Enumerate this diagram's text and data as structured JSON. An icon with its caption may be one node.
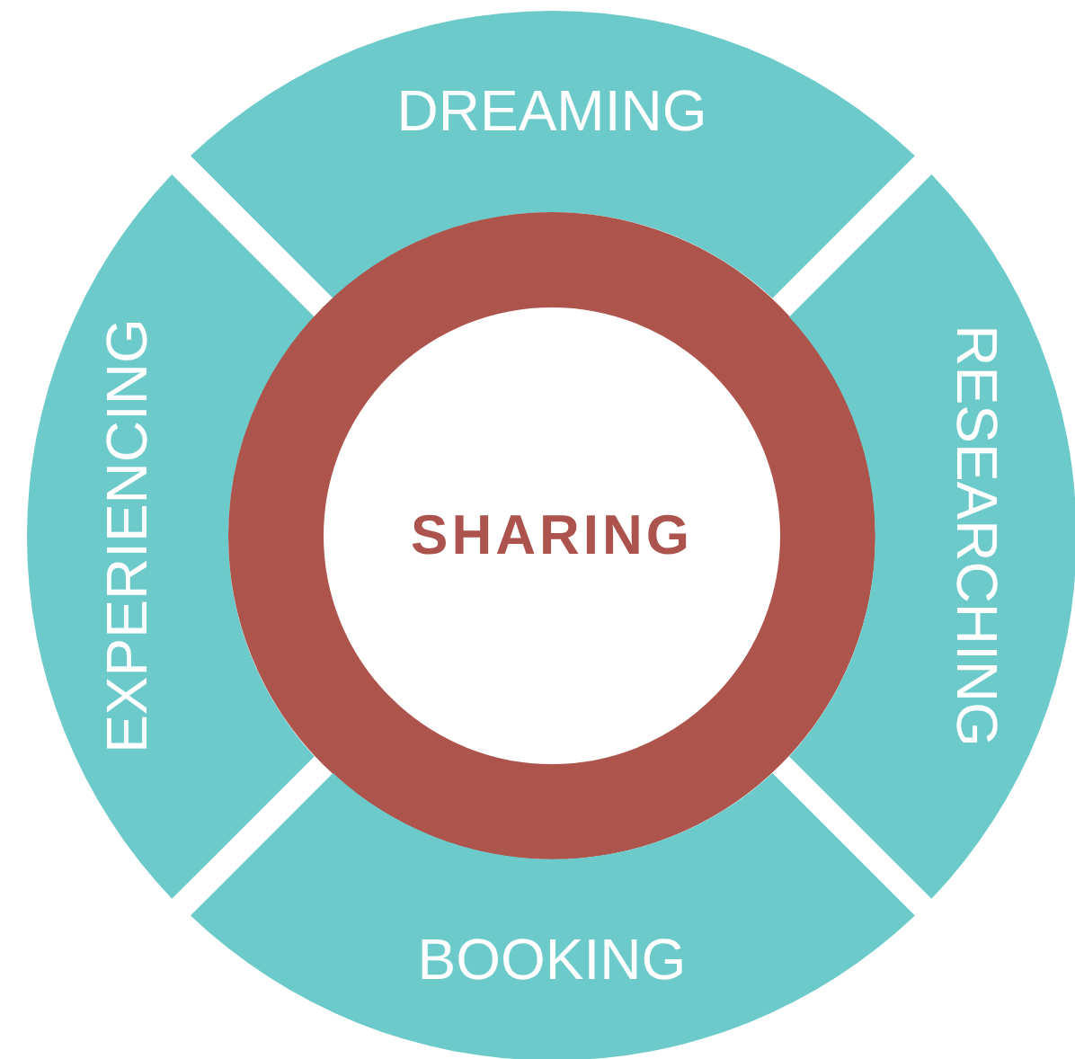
{
  "diagram": {
    "nodes": [
      {
        "text": [
          "DREAMING"
        ]
      },
      {
        "text": [
          "EXPERIENCING"
        ]
      },
      {
        "text": [
          "SHARING"
        ]
      },
      {
        "text": [
          "RESEARCHING"
        ]
      },
      {
        "text": [
          "BOOKING"
        ]
      }
    ]
  }
}
